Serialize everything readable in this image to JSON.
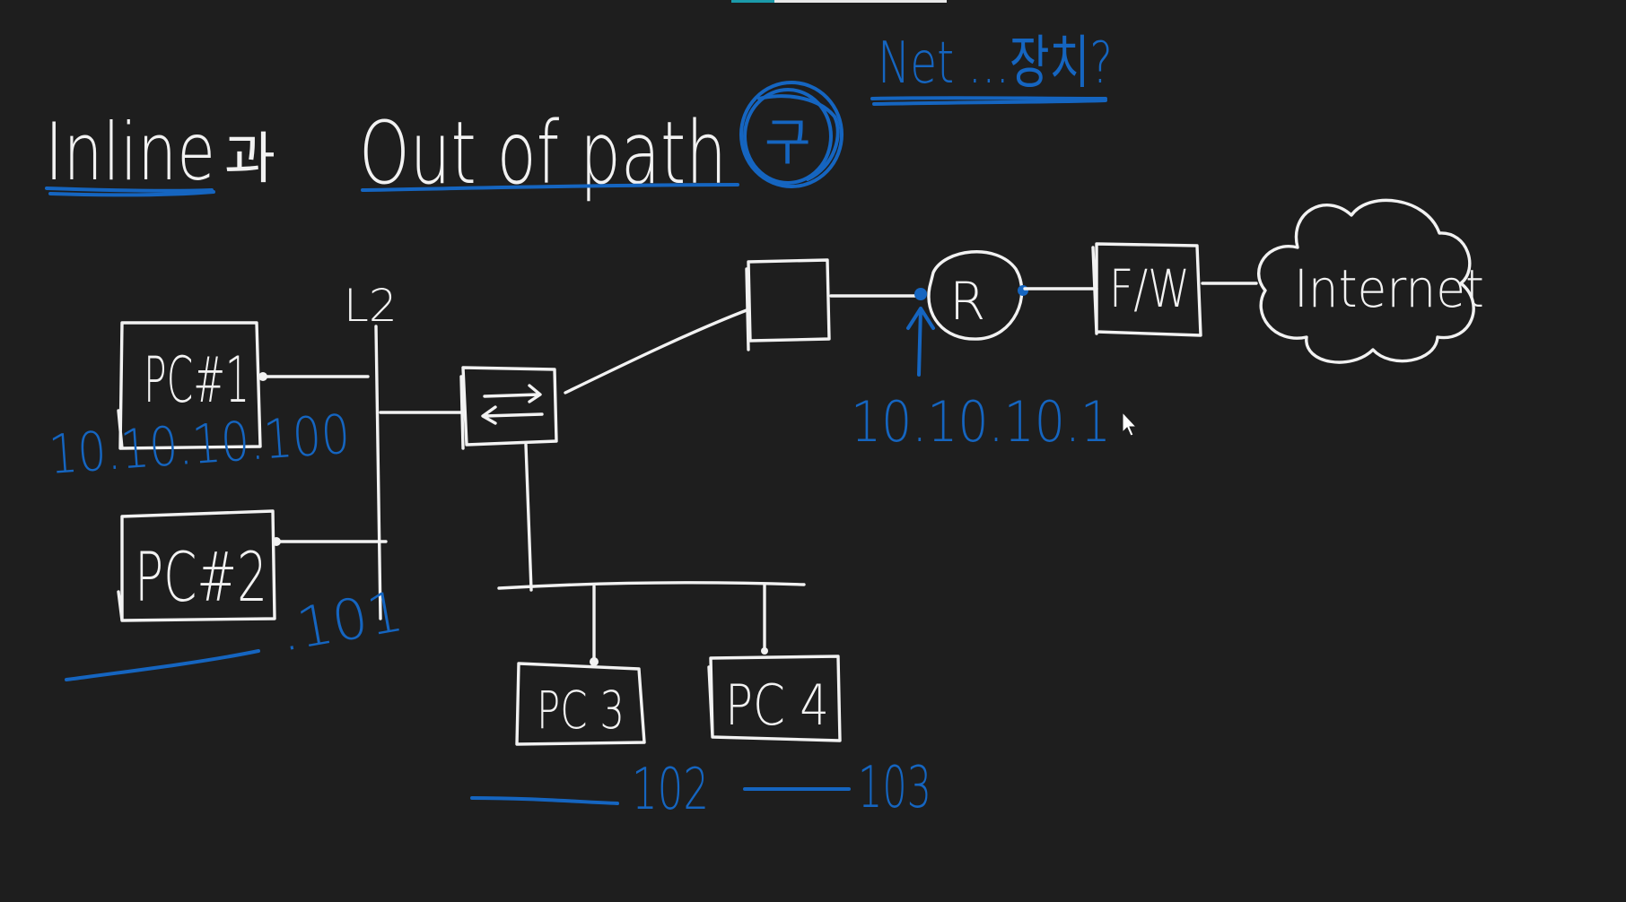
{
  "colors": {
    "background": "#1e1e1e",
    "chalk": "#f2f2f2",
    "ink_blue": "#1565c0",
    "tab_accent": "#1b9aaa"
  },
  "header": {
    "inline_label": "Inline",
    "inline_suffix": "과",
    "outofpath_label": "Out of path",
    "circled_note": "구",
    "net_note": "Net ...장치?"
  },
  "switch_label": "L2",
  "nodes": {
    "pc1": "PC#1",
    "pc2": "PC#2",
    "pc3": "PC 3",
    "pc4": "PC 4",
    "router": "R",
    "firewall": "F/W",
    "internet": "Internet",
    "hub_icon": "⇄"
  },
  "addresses": {
    "pc1": "10.10.10.100",
    "pc2": ".101",
    "pc3": "102",
    "pc4": "103",
    "gateway": "10.10.10.1"
  },
  "icons": [
    "switch-arrows-icon",
    "cloud-icon",
    "mouse-cursor-icon",
    "up-arrow-icon"
  ]
}
